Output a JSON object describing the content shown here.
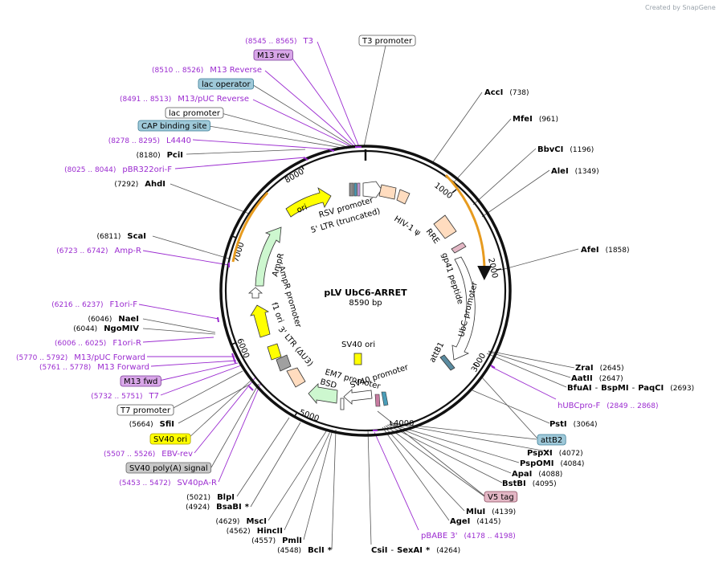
{
  "branding": "Created by SnapGene",
  "plasmid": {
    "name": "pLV UbC6-ARRET",
    "length": "8590 bp",
    "length_bp": 8590
  },
  "ruler_ticks": [
    "1000",
    "2000",
    "3000",
    "4000",
    "5000",
    "6000",
    "7000",
    "8000"
  ],
  "features": [
    {
      "label": "RSV promoter"
    },
    {
      "label": "5' LTR (truncated)"
    },
    {
      "label": "HIV-1 ψ"
    },
    {
      "label": "RRE"
    },
    {
      "label": "gp41 peptide"
    },
    {
      "label": "UbC promoter"
    },
    {
      "label": "attB1"
    },
    {
      "label": "SV40 ori"
    },
    {
      "label": "SV40 promoter"
    },
    {
      "label": "EM7 promoter"
    },
    {
      "label": "BSD"
    },
    {
      "label": "3' LTR (ΔU3)"
    },
    {
      "label": "f1 ori"
    },
    {
      "label": "AmpR promoter"
    },
    {
      "label": "AmpR"
    },
    {
      "label": "ori"
    }
  ],
  "enzymes_right": [
    {
      "name": "AccI",
      "pos": "(738)"
    },
    {
      "name": "MfeI",
      "pos": "(961)"
    },
    {
      "name": "BbvCI",
      "pos": "(1196)"
    },
    {
      "name": "AleI",
      "pos": "(1349)"
    },
    {
      "name": "AfeI",
      "pos": "(1858)"
    },
    {
      "name": "ZraI",
      "pos": "(2645)"
    },
    {
      "name": "AatII",
      "pos": "(2647)"
    },
    {
      "name": "BfuAI",
      "name2": "BspMI",
      "name3": "PaqCI",
      "pos": "(2693)"
    },
    {
      "name": "PstI",
      "pos": "(3064)"
    },
    {
      "name": "PspXI",
      "pos": "(4072)"
    },
    {
      "name": "PspOMI",
      "pos": "(4084)"
    },
    {
      "name": "ApaI",
      "pos": "(4088)"
    },
    {
      "name": "BstBI",
      "pos": "(4095)"
    },
    {
      "name": "MluI",
      "pos": "(4139)"
    },
    {
      "name": "AgeI",
      "pos": "(4145)"
    }
  ],
  "enzymes_left": [
    {
      "name": "PciI",
      "pos": "(8180)"
    },
    {
      "name": "AhdI",
      "pos": "(7292)"
    },
    {
      "name": "ScaI",
      "pos": "(6811)"
    },
    {
      "name": "NaeI",
      "pos": "(6046)"
    },
    {
      "name": "NgoMIV",
      "pos": "(6044)"
    },
    {
      "name": "SfiI",
      "pos": "(5664)"
    },
    {
      "name": "BlpI",
      "pos": "(5021)"
    },
    {
      "name": "BsaBI",
      "suffix": "*",
      "pos": "(4924)"
    },
    {
      "name": "MscI",
      "pos": "(4629)"
    },
    {
      "name": "HincII",
      "pos": "(4562)"
    },
    {
      "name": "PmlI",
      "pos": "(4557)"
    },
    {
      "name": "BclI",
      "suffix": "*",
      "pos": "(4548)"
    },
    {
      "name": "CsiI",
      "name2": "SexAI",
      "suffix": "*",
      "pos": "(4264)"
    }
  ],
  "primers_left": [
    {
      "name": "T3",
      "pos": "(8545 .. 8565)"
    },
    {
      "name": "M13 Reverse",
      "pos": "(8510 .. 8526)"
    },
    {
      "name": "M13/pUC Reverse",
      "pos": "(8491 .. 8513)"
    },
    {
      "name": "L4440",
      "pos": "(8278 .. 8295)"
    },
    {
      "name": "pBR322ori-F",
      "pos": "(8025 .. 8044)"
    },
    {
      "name": "Amp-R",
      "pos": "(6723 .. 6742)"
    },
    {
      "name": "F1ori-F",
      "pos": "(6216 .. 6237)"
    },
    {
      "name": "F1ori-R",
      "pos": "(6006 .. 6025)"
    },
    {
      "name": "M13/pUC Forward",
      "pos": "(5770 .. 5792)"
    },
    {
      "name": "M13 Forward",
      "pos": "(5761 .. 5778)"
    },
    {
      "name": "T7",
      "pos": "(5732 .. 5751)"
    },
    {
      "name": "EBV-rev",
      "pos": "(5507 .. 5526)"
    },
    {
      "name": "SV40pA-R",
      "pos": "(5453 .. 5472)"
    }
  ],
  "primers_right": [
    {
      "name": "hUBCpro-F",
      "pos": "(2849 .. 2868)"
    },
    {
      "name": "pBABE 3'",
      "pos": "(4178 .. 4198)"
    }
  ],
  "boxed_features": [
    {
      "label": "T3 promoter",
      "fill": "#ffffff",
      "stroke": "#555555"
    },
    {
      "label": "M13 rev",
      "fill": "#d8a6e8",
      "stroke": "#7a3a96"
    },
    {
      "label": "lac operator",
      "fill": "#9fc9d9",
      "stroke": "#3b7d96"
    },
    {
      "label": "lac promoter",
      "fill": "#ffffff",
      "stroke": "#555555"
    },
    {
      "label": "CAP binding site",
      "fill": "#9fc9d9",
      "stroke": "#3b7d96"
    },
    {
      "label": "M13 fwd",
      "fill": "#d8a6e8",
      "stroke": "#7a3a96"
    },
    {
      "label": "T7 promoter",
      "fill": "#ffffff",
      "stroke": "#555555"
    },
    {
      "label": "SV40 ori",
      "fill": "#ffff00",
      "stroke": "#a69d00"
    },
    {
      "label": "SV40 poly(A) signal",
      "fill": "#c8c8c8",
      "stroke": "#666666"
    },
    {
      "label": "attB2",
      "fill": "#9fc9d9",
      "stroke": "#3b7d96"
    },
    {
      "label": "V5 tag",
      "fill": "#e3b7c5",
      "stroke": "#8a4d5e"
    }
  ],
  "colors": {
    "backbone": "#111111",
    "primer": "#9b2bd0",
    "enzyme_line": "#555555",
    "ltr": "#ffdcbf",
    "promoter": "#ffffff",
    "ori": "#ffff00",
    "ampr": "#cdf7cf",
    "gp41": "#e3b7c5",
    "attB": "#5a8ba0",
    "orange_arc": "#e79b1f"
  }
}
